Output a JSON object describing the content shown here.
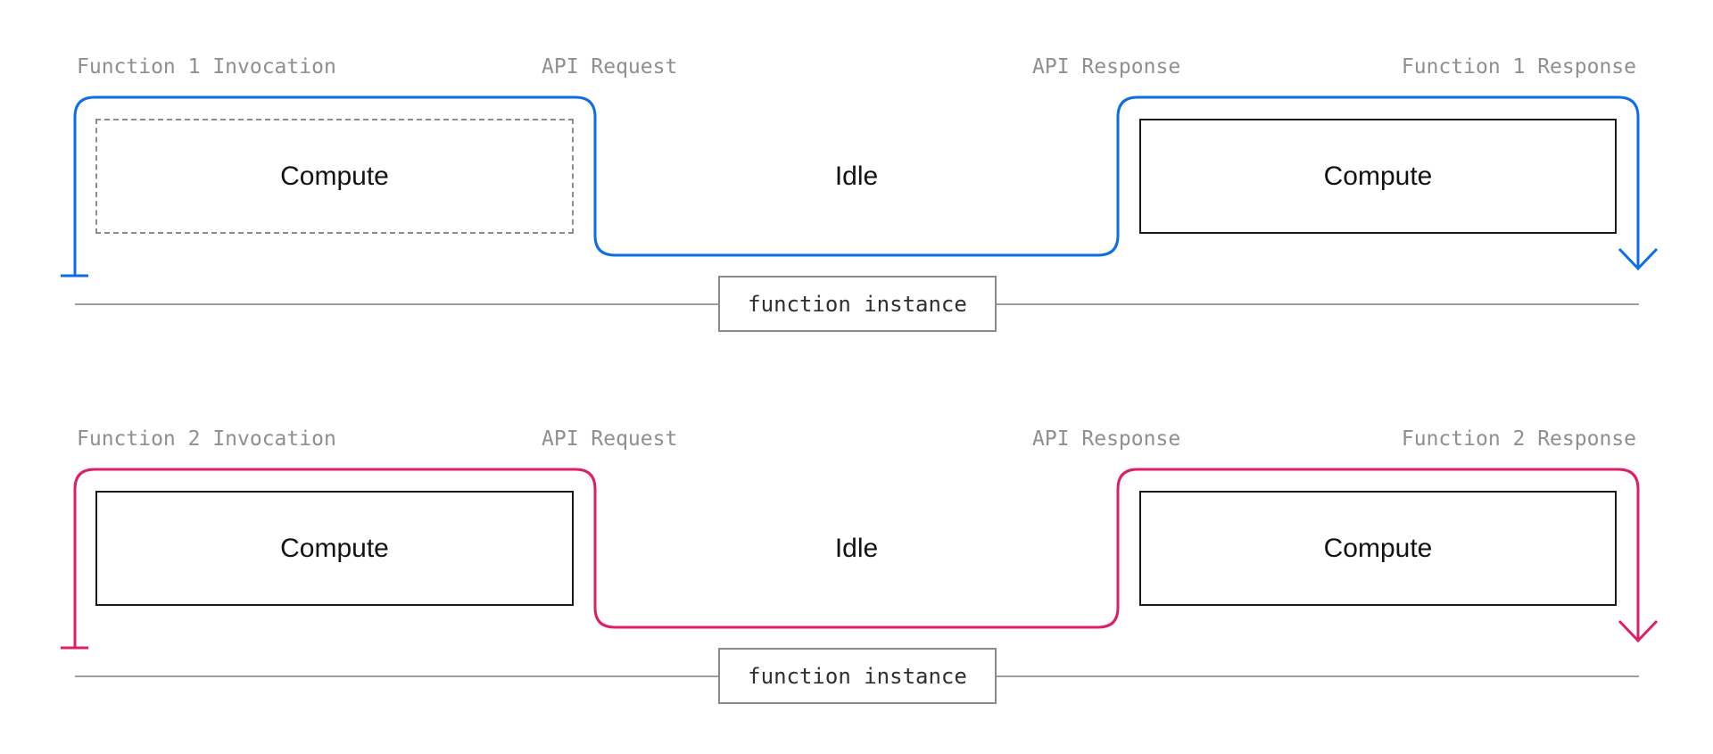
{
  "colors": {
    "function1_line": "#0b6ee7",
    "function2_line": "#df1e68",
    "phase_label_text": "#8f8f8f",
    "compute_box_border": "#1a1a1a",
    "dashed_compute_border": "#8c8c8c",
    "instance_box_border": "#8a8a8a",
    "baseline_gray": "#9e9e9e"
  },
  "diagrams": [
    {
      "name": "function-1",
      "line_color": "#0b6ee7",
      "labels": {
        "invocation": "Function 1 Invocation",
        "api_request": "API Request",
        "api_response": "API Response",
        "response": "Function 1 Response"
      },
      "phases": {
        "left_compute": "Compute",
        "idle": "Idle",
        "right_compute": "Compute"
      },
      "instance_label": "function instance"
    },
    {
      "name": "function-2",
      "line_color": "#df1e68",
      "labels": {
        "invocation": "Function 2 Invocation",
        "api_request": "API Request",
        "api_response": "API Response",
        "response": "Function 2 Response"
      },
      "phases": {
        "left_compute": "Compute",
        "idle": "Idle",
        "right_compute": "Compute"
      },
      "instance_label": "function instance"
    }
  ]
}
